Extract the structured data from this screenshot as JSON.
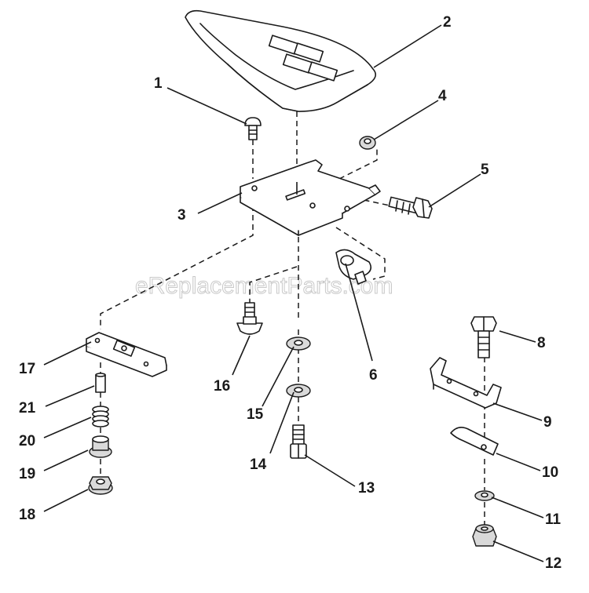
{
  "watermark": "eReplacementParts.com",
  "callouts": [
    {
      "id": "1",
      "label": "1"
    },
    {
      "id": "2",
      "label": "2"
    },
    {
      "id": "3",
      "label": "3"
    },
    {
      "id": "4",
      "label": "4"
    },
    {
      "id": "5",
      "label": "5"
    },
    {
      "id": "6",
      "label": "6"
    },
    {
      "id": "8",
      "label": "8"
    },
    {
      "id": "9",
      "label": "9"
    },
    {
      "id": "10",
      "label": "10"
    },
    {
      "id": "11",
      "label": "11"
    },
    {
      "id": "12",
      "label": "12"
    },
    {
      "id": "13",
      "label": "13"
    },
    {
      "id": "14",
      "label": "14"
    },
    {
      "id": "15",
      "label": "15"
    },
    {
      "id": "16",
      "label": "16"
    },
    {
      "id": "17",
      "label": "17"
    },
    {
      "id": "18",
      "label": "18"
    },
    {
      "id": "19",
      "label": "19"
    },
    {
      "id": "20",
      "label": "20"
    },
    {
      "id": "21",
      "label": "21"
    }
  ]
}
